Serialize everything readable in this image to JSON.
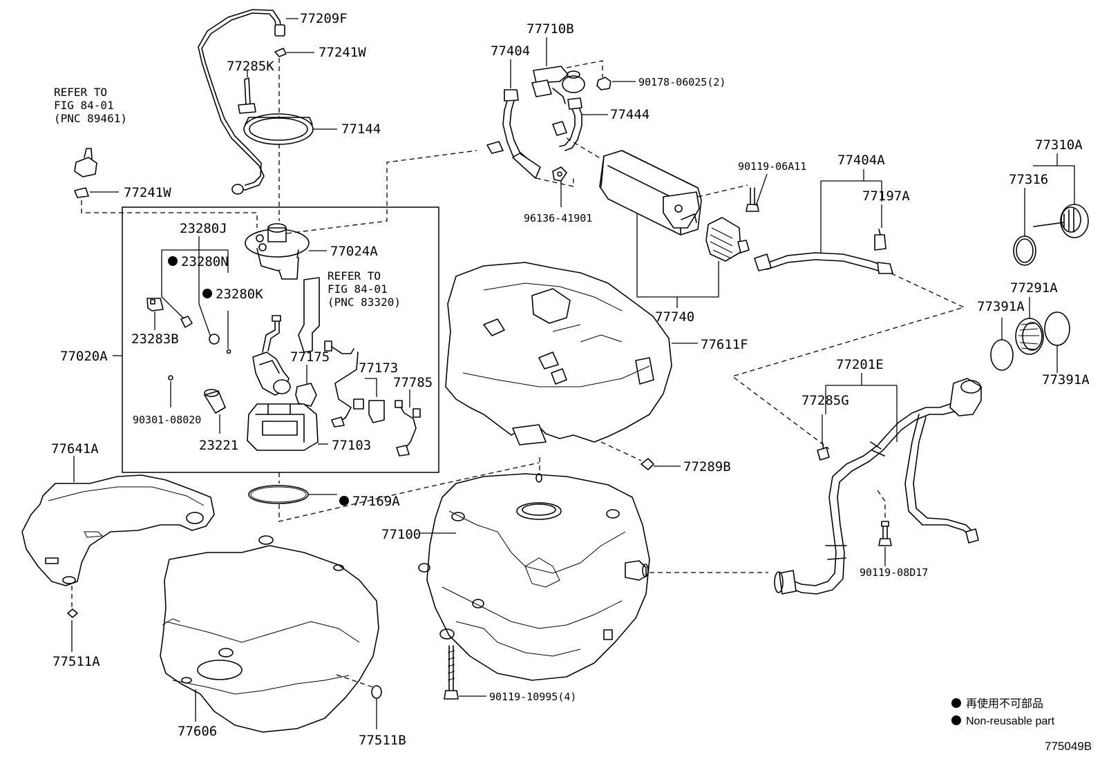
{
  "parts": {
    "p77209F": "77209F",
    "p77241W_top": "77241W",
    "p77285K": "77285K",
    "p77144": "77144",
    "p77241W_left": "77241W",
    "p23280J": "23280J",
    "p23280N": "23280N",
    "p23280K": "23280K",
    "p77024A": "77024A",
    "p23283B": "23283B",
    "p77020A": "77020A",
    "p77175": "77175",
    "p77173": "77173",
    "p77785": "77785",
    "p90301_08020": "90301-08020",
    "p23221": "23221",
    "p77103": "77103",
    "p77169A": "77169A",
    "p77641A": "77641A",
    "p77511A": "77511A",
    "p77606": "77606",
    "p77511B": "77511B",
    "p77404": "77404",
    "p77710B": "77710B",
    "p90178_06025": "90178-06025(2)",
    "p77444": "77444",
    "p96136_41901": "96136-41901",
    "p90119_06A11": "90119-06A11",
    "p77404A": "77404A",
    "p77197A": "77197A",
    "p77740": "77740",
    "p77611F": "77611F",
    "p77289B": "77289B",
    "p77100": "77100",
    "p90119_10995": "90119-10995(4)",
    "p77310A": "77310A",
    "p77316": "77316",
    "p77291A": "77291A",
    "p77391A_left": "77391A",
    "p77391A_right": "77391A",
    "p77201E": "77201E",
    "p77285G": "77285G",
    "p90119_08D17": "90119-08D17"
  },
  "refs": {
    "ref1_line1": "REFER TO",
    "ref1_line2": "FIG 84-01",
    "ref1_line3": "(PNC 89461)",
    "ref2_line1": "REFER TO",
    "ref2_line2": "FIG 84-01",
    "ref2_line3": "(PNC 83320)"
  },
  "legend": {
    "item_jp": "再使用不可部品",
    "item_en": "Non-reusable part"
  },
  "figure_id": "775049B"
}
